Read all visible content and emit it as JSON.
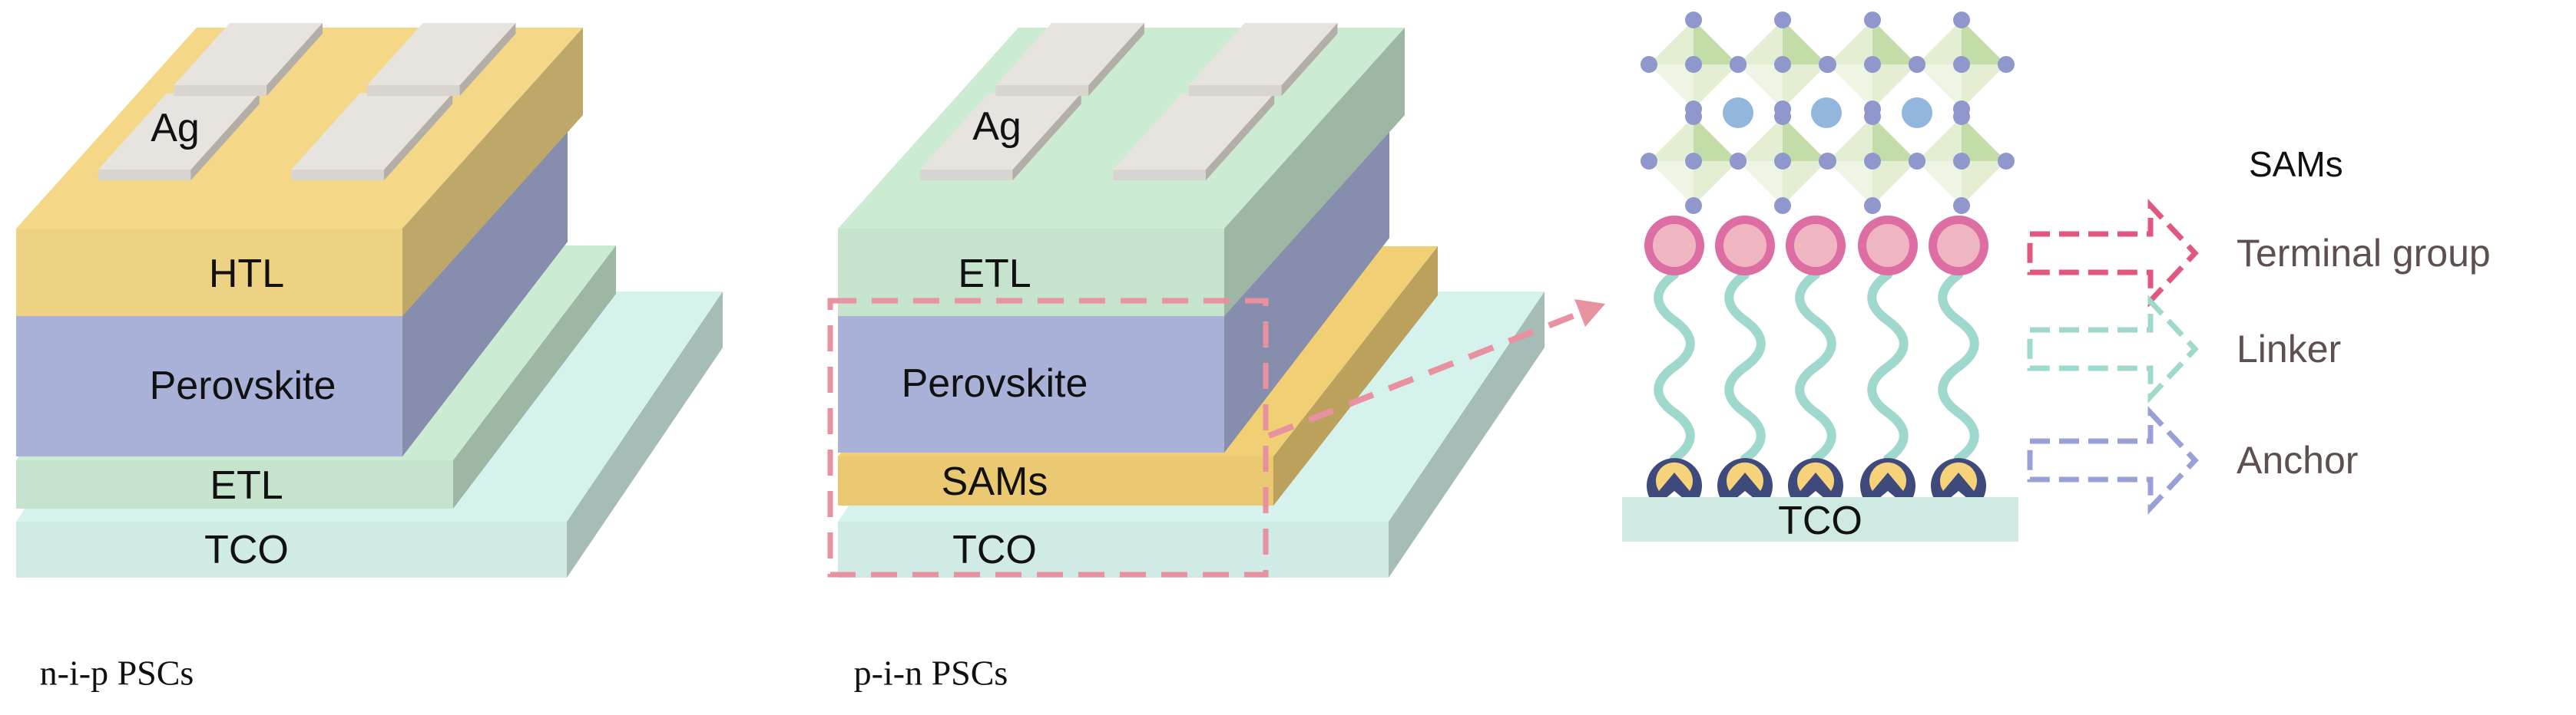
{
  "nip": {
    "caption": "n-i-p PSCs",
    "layers": {
      "ag": "Ag",
      "htl": "HTL",
      "perovskite": "Perovskite",
      "etl": "ETL",
      "tco": "TCO"
    }
  },
  "pin": {
    "caption": "p-i-n PSCs",
    "layers": {
      "ag": "Ag",
      "etl": "ETL",
      "perovskite": "Perovskite",
      "sams": "SAMs",
      "tco": "TCO"
    }
  },
  "sams_detail": {
    "title": "SAMs",
    "substrate": "TCO",
    "parts": [
      {
        "label": "Terminal group",
        "color": "#e0577f"
      },
      {
        "label": "Linker",
        "color": "#9fd8cd"
      },
      {
        "label": "Anchor",
        "color": "#98a0d6"
      }
    ]
  },
  "colors": {
    "htl": "#edd283",
    "perovskite": "#a9b1d8",
    "etl": "#c6e4cd",
    "tco": "#d0ebe5",
    "sams": "#eac972",
    "ag": "#e7e3de",
    "highlight": "#e891a0"
  }
}
